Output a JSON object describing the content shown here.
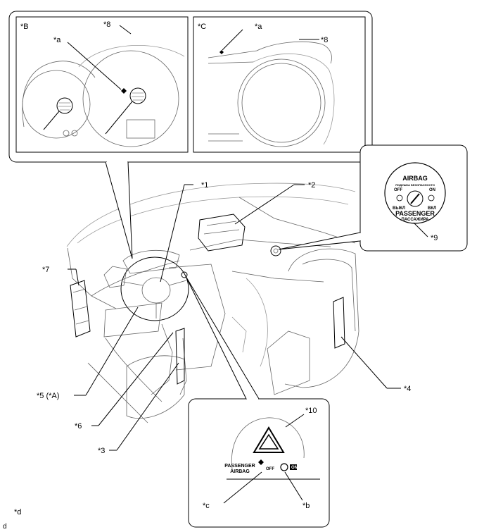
{
  "callouts": {
    "c1": "*1",
    "c2": "*2",
    "c3": "*3",
    "c4": "*4",
    "c5": "*5 (*A)",
    "c6": "*6",
    "c7": "*7",
    "c8_b": "*8",
    "c8_c": "*8",
    "c9": "*9",
    "c10": "*10",
    "ca_b": "*a",
    "ca_c": "*a",
    "cb": "*b",
    "cc": "*c",
    "cd": "*d"
  },
  "insets": {
    "b": "*B",
    "c": "*C"
  },
  "switch_label": {
    "title": "AIRBAG",
    "subtitle": "ПОДУШКА БЕЗОПАСНОСТИ",
    "off": "OFF",
    "on": "ON",
    "off_ru": "ВЫКЛ",
    "on_ru": "ВКЛ",
    "passenger": "PASSENGER",
    "passenger_ru": "ПАССАЖИРА"
  },
  "indicator_panel": {
    "line1": "PASSENGER",
    "line2": "AIRBAG",
    "off": "OFF",
    "on": "ON"
  },
  "footer_code": "d"
}
